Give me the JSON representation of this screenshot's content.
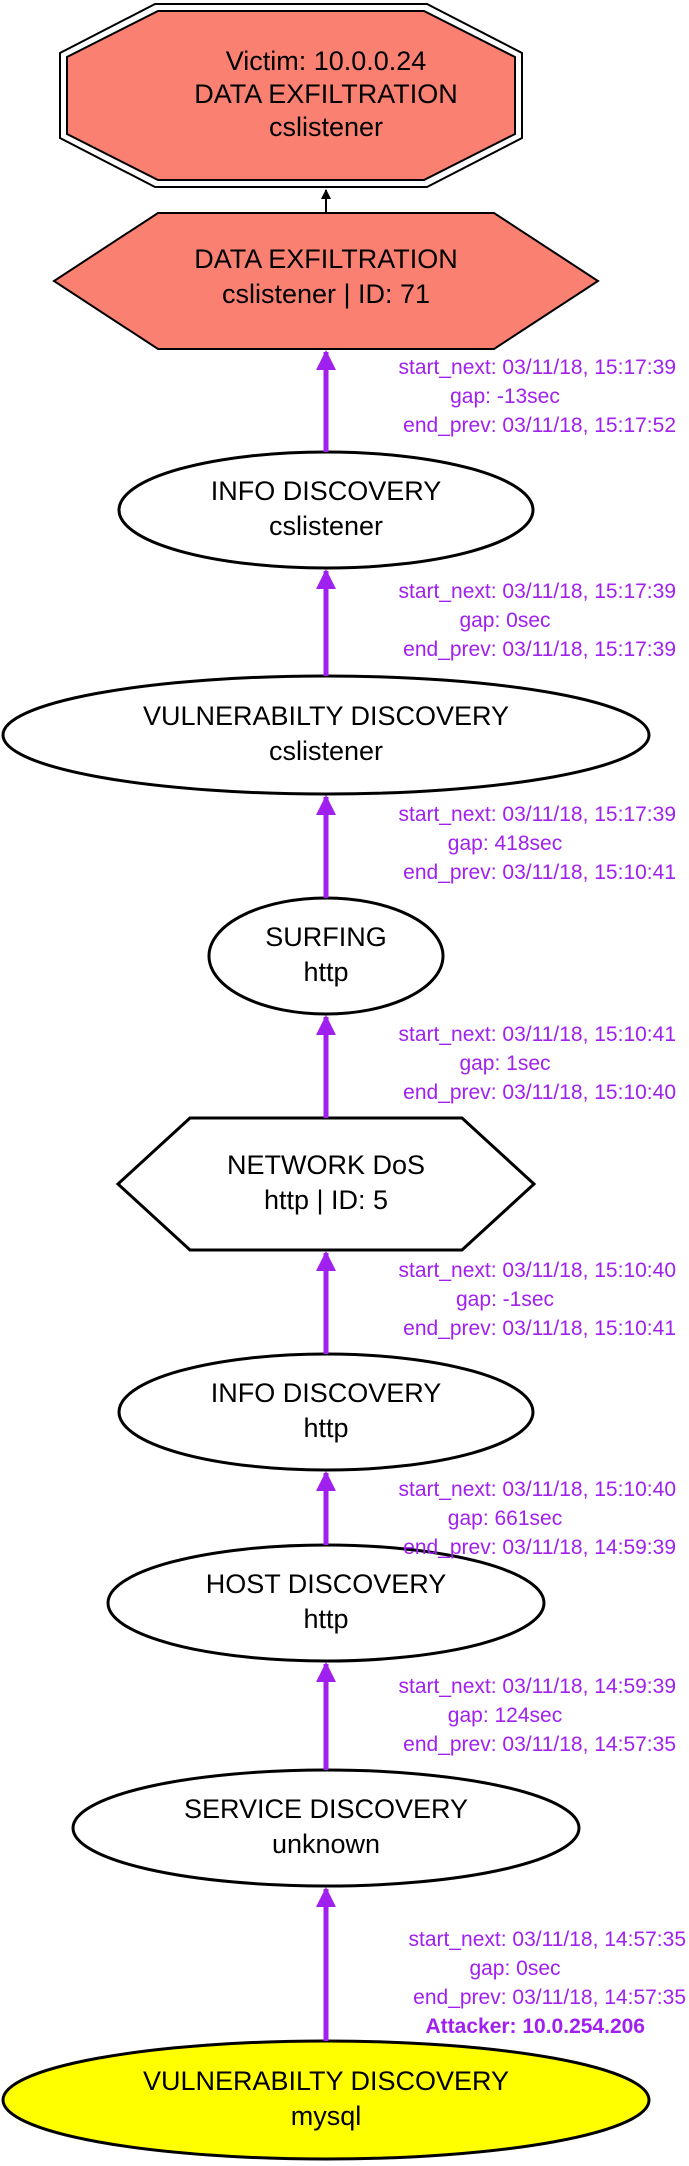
{
  "colors": {
    "edge": "#a020f0",
    "exfil_fill": "#fa8072",
    "attacker_fill": "#ffff00",
    "node_fill": "#ffffff",
    "stroke": "#000000"
  },
  "victim": {
    "line1": "Victim: 10.0.0.24",
    "line2": "DATA EXFILTRATION",
    "line3": "cslistener"
  },
  "nodes": [
    {
      "line1": "DATA EXFILTRATION",
      "line2": "cslistener | ID: 71",
      "shape": "hexagon"
    },
    {
      "line1": "INFO DISCOVERY",
      "line2": "cslistener",
      "shape": "ellipse"
    },
    {
      "line1": "VULNERABILTY DISCOVERY",
      "line2": "cslistener",
      "shape": "ellipse"
    },
    {
      "line1": "SURFING",
      "line2": "http",
      "shape": "ellipse"
    },
    {
      "line1": "NETWORK DoS",
      "line2": "http | ID: 5",
      "shape": "hexagon"
    },
    {
      "line1": "INFO DISCOVERY",
      "line2": "http",
      "shape": "ellipse"
    },
    {
      "line1": "HOST DISCOVERY",
      "line2": "http",
      "shape": "ellipse"
    },
    {
      "line1": "SERVICE DISCOVERY",
      "line2": "unknown",
      "shape": "ellipse"
    },
    {
      "line1": "VULNERABILTY DISCOVERY",
      "line2": "mysql",
      "shape": "ellipse"
    }
  ],
  "edges": [
    {
      "start_next": "start_next: 03/11/18, 15:17:39",
      "gap": "gap: -13sec",
      "end_prev": "end_prev: 03/11/18, 15:17:52"
    },
    {
      "start_next": "start_next: 03/11/18, 15:17:39",
      "gap": "gap: 0sec",
      "end_prev": "end_prev: 03/11/18, 15:17:39"
    },
    {
      "start_next": "start_next: 03/11/18, 15:17:39",
      "gap": "gap: 418sec",
      "end_prev": "end_prev: 03/11/18, 15:10:41"
    },
    {
      "start_next": "start_next: 03/11/18, 15:10:41",
      "gap": "gap: 1sec",
      "end_prev": "end_prev: 03/11/18, 15:10:40"
    },
    {
      "start_next": "start_next: 03/11/18, 15:10:40",
      "gap": "gap: -1sec",
      "end_prev": "end_prev: 03/11/18, 15:10:41"
    },
    {
      "start_next": "start_next: 03/11/18, 15:10:40",
      "gap": "gap: 661sec",
      "end_prev": "end_prev: 03/11/18, 14:59:39"
    },
    {
      "start_next": "start_next: 03/11/18, 14:59:39",
      "gap": "gap: 124sec",
      "end_prev": "end_prev: 03/11/18, 14:57:35"
    },
    {
      "start_next": "start_next: 03/11/18, 14:57:35",
      "gap": "gap: 0sec",
      "end_prev": "end_prev: 03/11/18, 14:57:35"
    }
  ],
  "attacker_label": "Attacker: 10.0.254.206"
}
